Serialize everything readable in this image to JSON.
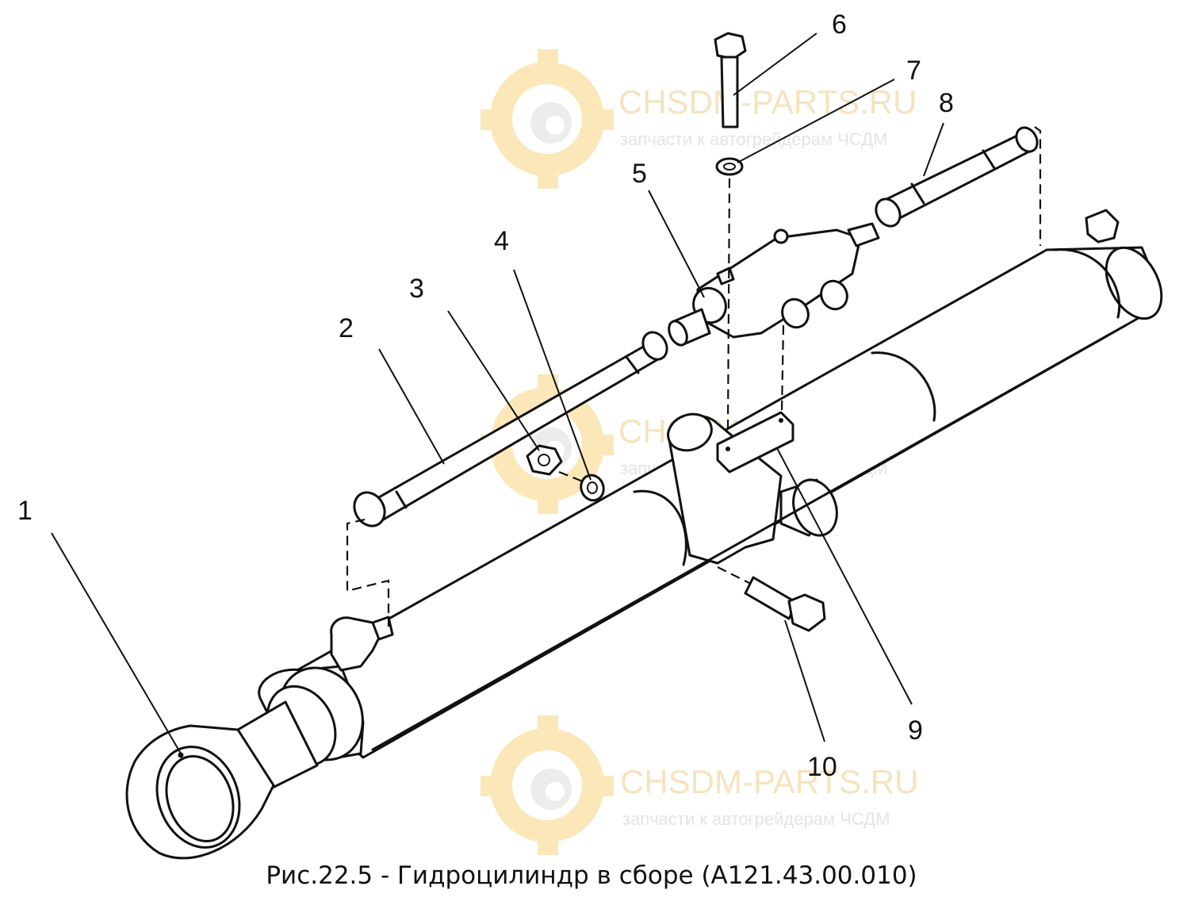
{
  "caption": "Рис.22.5 - Гидроцилиндр в сборе (А121.43.00.010)",
  "watermark": {
    "title": "CHSDM-PARTS.RU",
    "subtitle": "запчасти к автогрейдерам ЧСДМ",
    "logo_icon": "gear-logo-icon",
    "color_gear": "#fbe7b8",
    "color_text": "#f6e3bd"
  },
  "callouts": [
    "1",
    "2",
    "3",
    "4",
    "5",
    "6",
    "7",
    "8",
    "9",
    "10"
  ]
}
